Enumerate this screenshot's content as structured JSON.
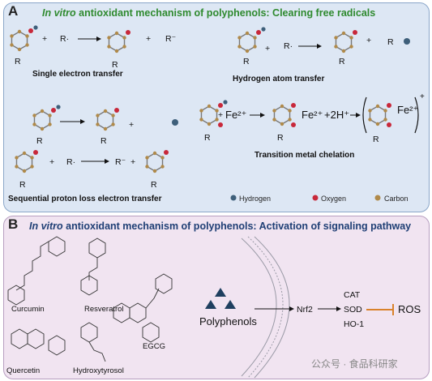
{
  "panelA": {
    "label": "A",
    "title_italic": "In vitro",
    "title_rest": " antioxidant mechanism of polyphenols: Clearing free radicals",
    "sections": {
      "set": "Single electron transfer",
      "hat": "Hydrogen atom transfer",
      "splet": "Sequential proton loss electron transfer",
      "tmc": "Transition metal chelation"
    },
    "symbols": {
      "R": "R",
      "radical": "R·",
      "anion": "R⁻",
      "plus": "+",
      "fe2": "Fe²⁺",
      "twoH": "+2H⁺"
    },
    "legend": {
      "hydrogen": "Hydrogen",
      "oxygen": "Oxygen",
      "carbon": "Carbon"
    },
    "colors": {
      "hydrogen": "#3e5f7a",
      "oxygen": "#c8283a",
      "carbon": "#b08a4a"
    }
  },
  "panelB": {
    "label": "B",
    "title_italic": "In vitro",
    "title_rest": " antioxidant mechanism of polyphenols: Activation of signaling pathway",
    "compounds": [
      "Curcumin",
      "Resveratrol",
      "EGCG",
      "Quercetin",
      "Hydroxytyrosol"
    ],
    "polyphenols": "Polyphenols",
    "nrf2": "Nrf2",
    "enzymes": [
      "CAT",
      "SOD",
      "HO-1"
    ],
    "ros": "ROS"
  },
  "watermark": "公众号 · 食品科研家"
}
